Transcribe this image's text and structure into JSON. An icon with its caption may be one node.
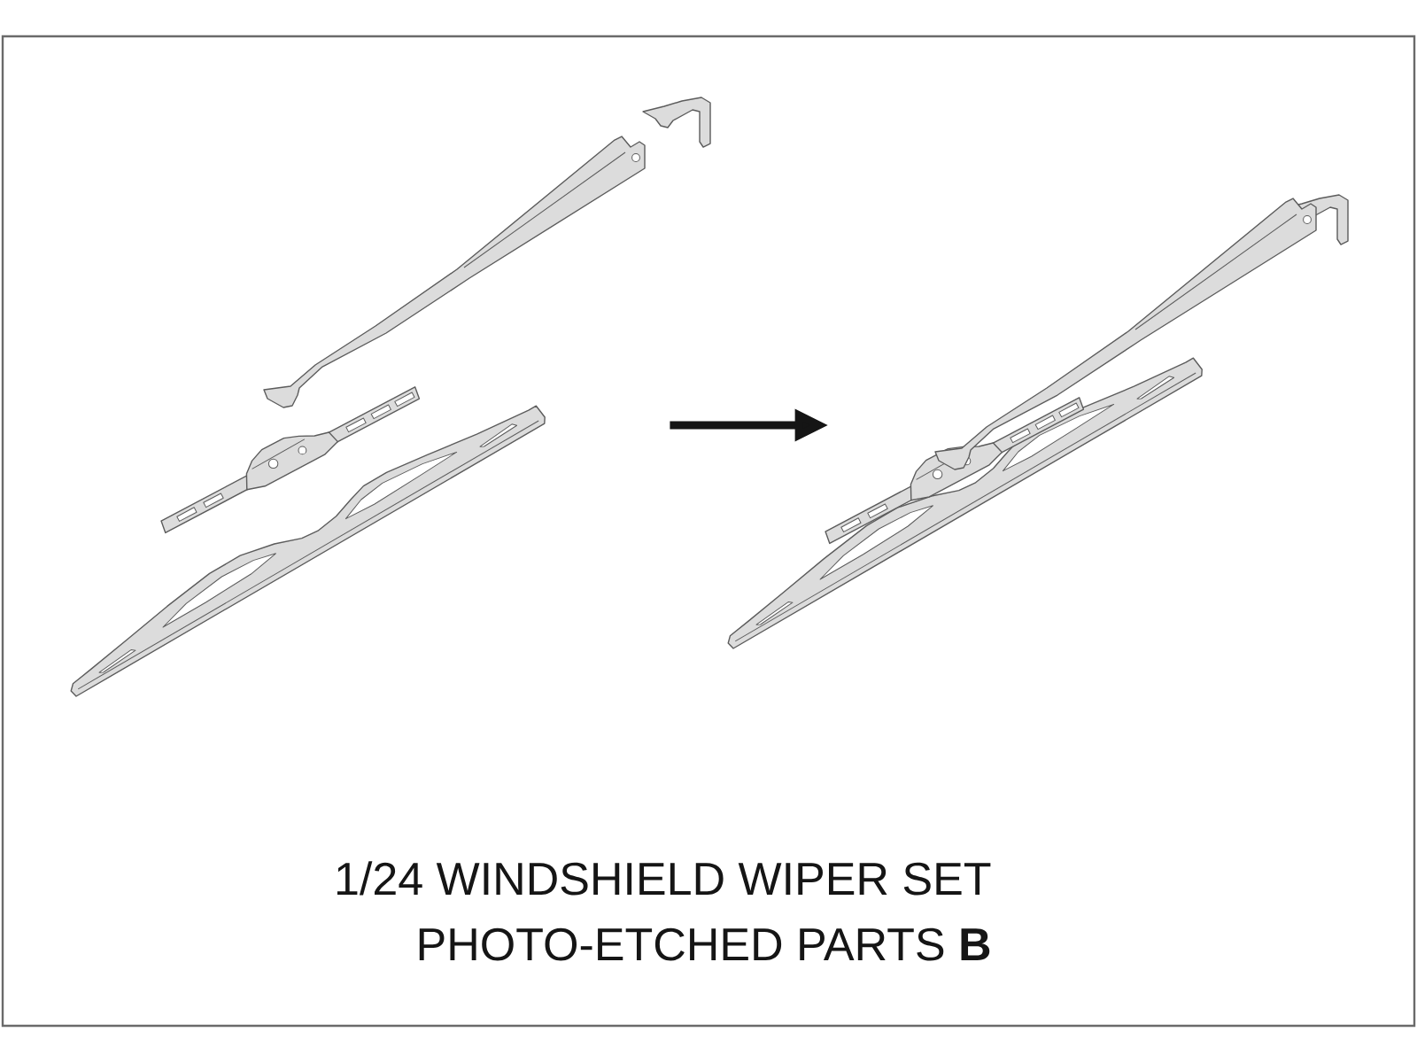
{
  "diagram": {
    "nodes": [
      {
        "text": [],
        "shape": "picture"
      },
      {
        "text": [],
        "shape": "picture"
      }
    ],
    "edges": [
      {
        "from": 0,
        "to": 1,
        "arrow": "to"
      }
    ],
    "labels": [
      "1/24 WINDSHIELD WIPER SET",
      "PHOTO-ETCHED PARTS **B**"
    ]
  }
}
